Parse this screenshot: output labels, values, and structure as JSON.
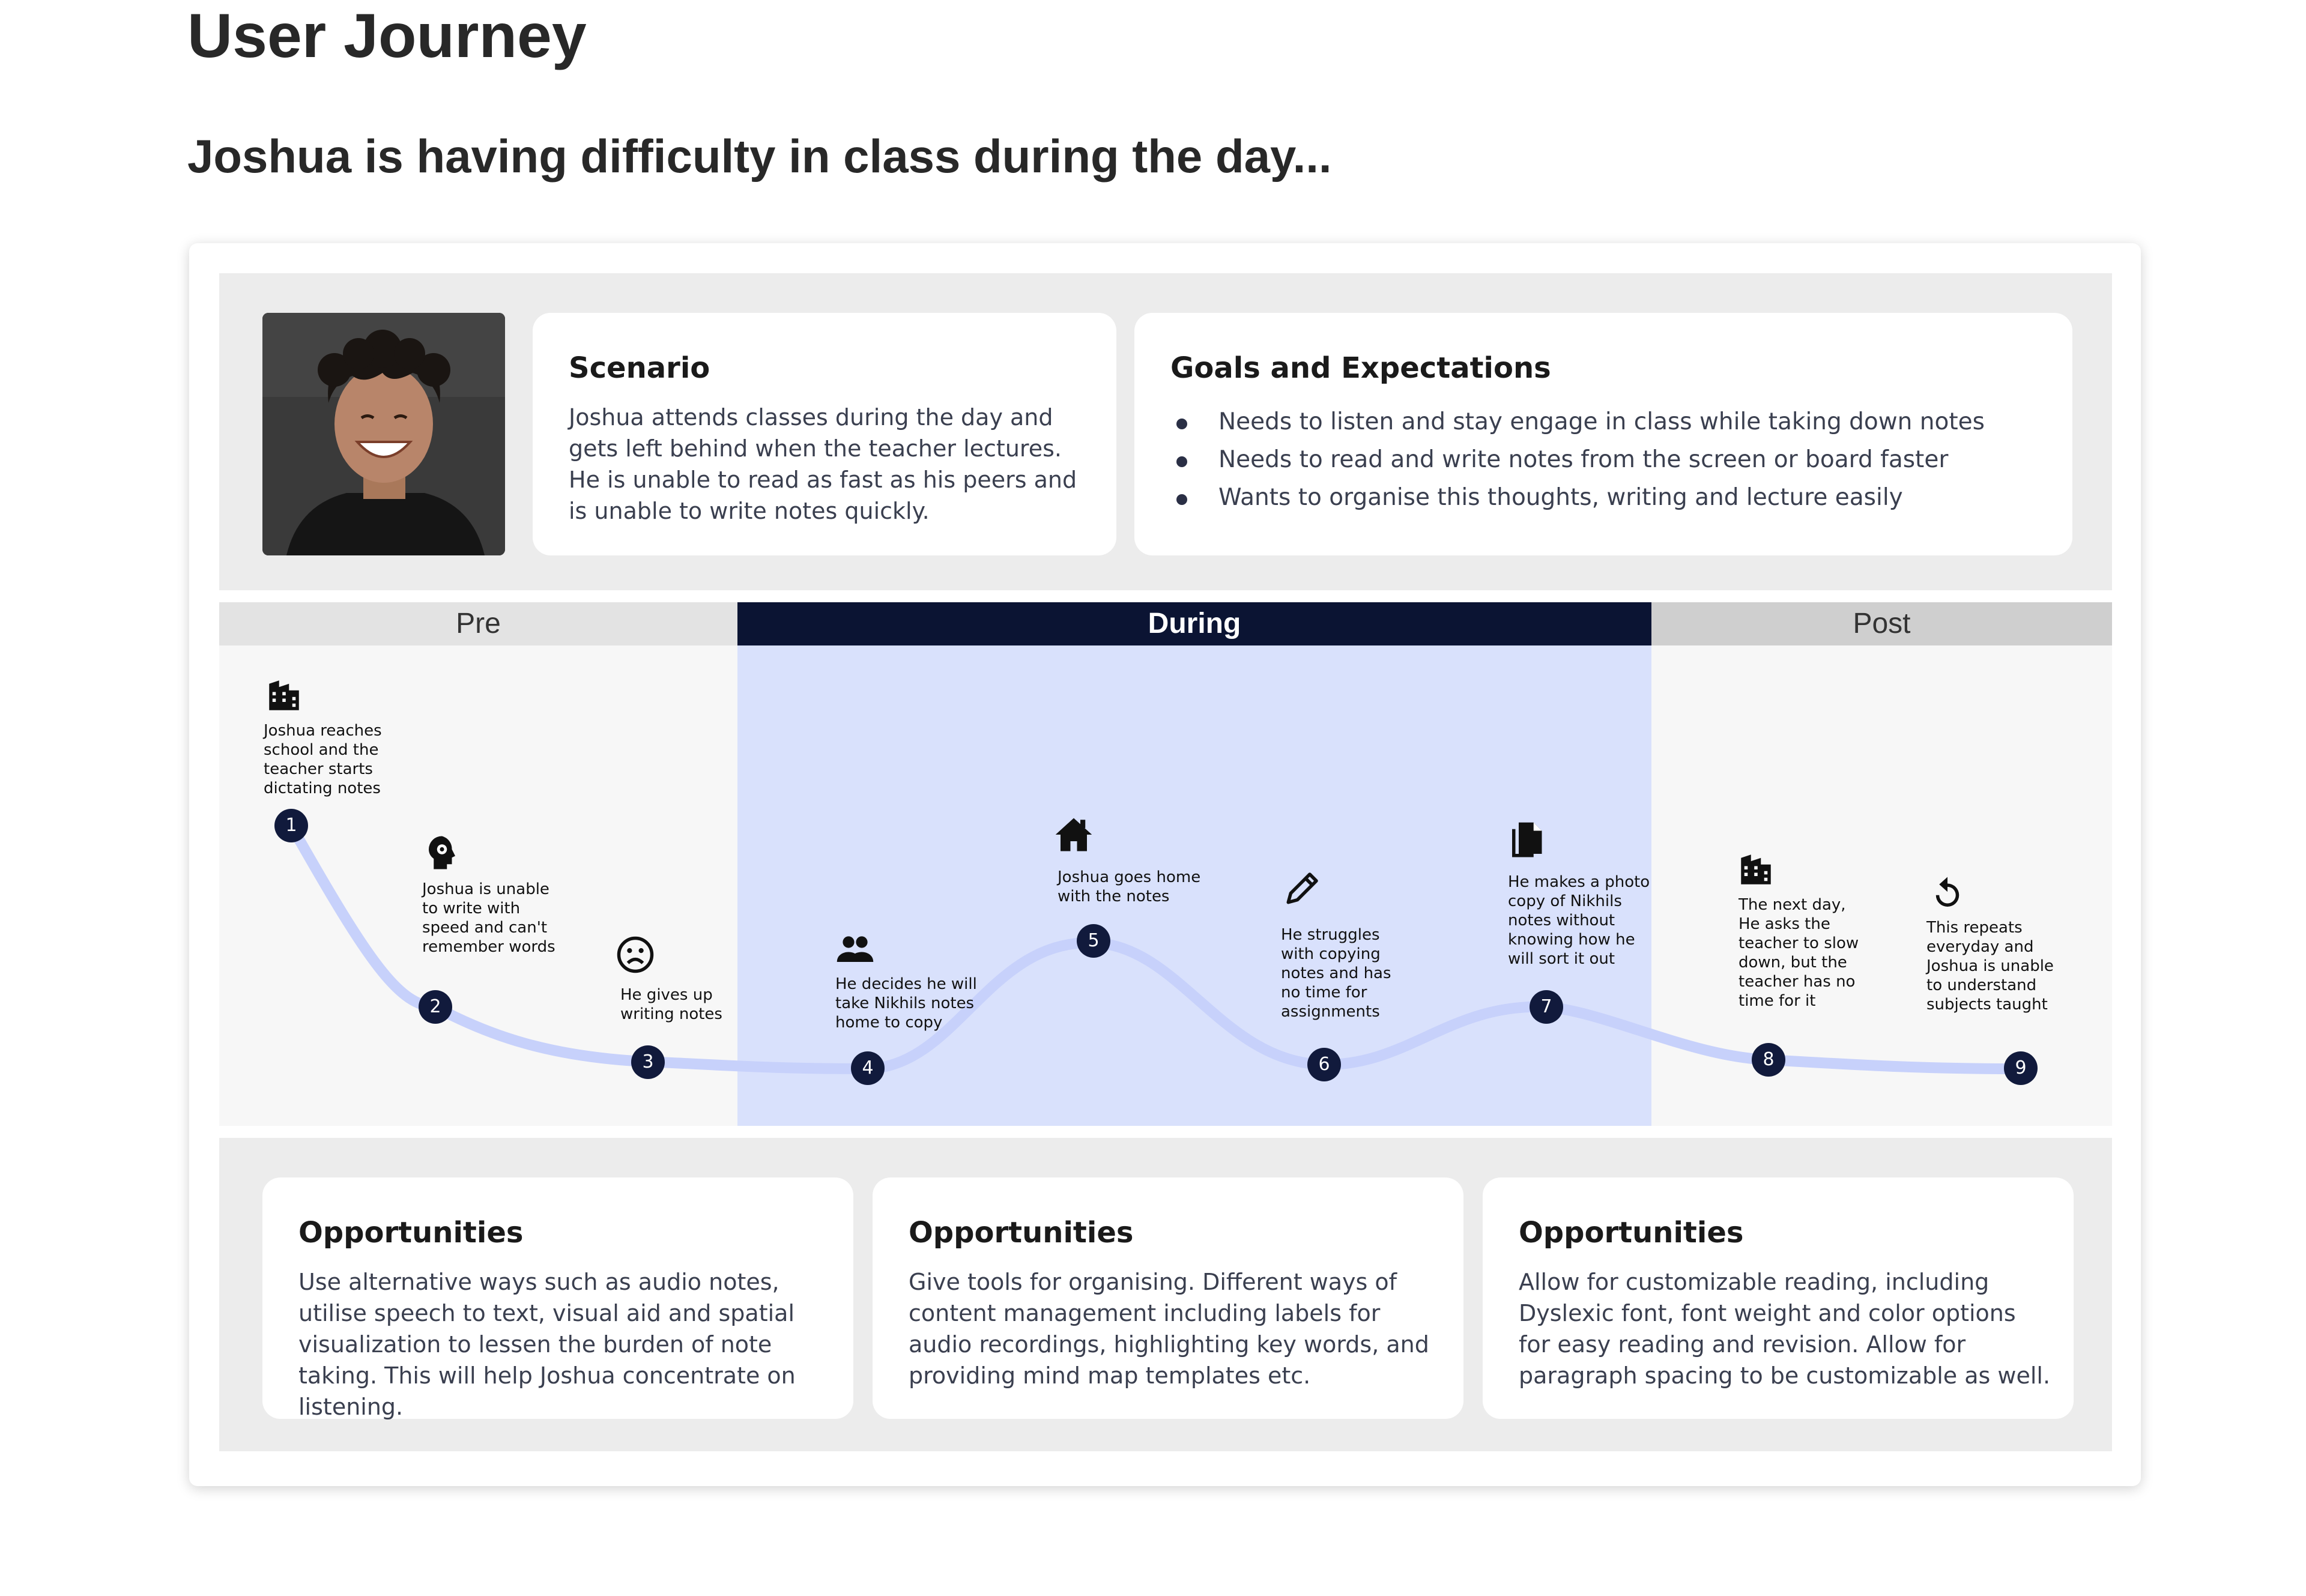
{
  "page": {
    "title": "User Journey",
    "subtitle": "Joshua is having difficulty in class during the day..."
  },
  "persona": {
    "photo_alt": "Joshua",
    "scenario_title": "Scenario",
    "scenario_text": "Joshua attends classes during the day and gets left behind when the teacher lectures. He is unable to read as fast as his peers and is unable to write notes quickly.",
    "goals_title": "Goals and Expectations",
    "goals": [
      "Needs to listen and stay engage in class while taking down notes",
      "Needs to read and write notes from the screen or board faster",
      "Wants to organise this thoughts, writing and lecture easily"
    ]
  },
  "phases": {
    "pre": "Pre",
    "during": "During",
    "post": "Post"
  },
  "steps": [
    {
      "number": "1",
      "icon": "building-icon",
      "text": "Joshua reaches\nschool and the\nteacher starts\ndictating notes"
    },
    {
      "number": "2",
      "icon": "head-gear-icon",
      "text": "Joshua is unable\nto write with\nspeed and can't\nremember words"
    },
    {
      "number": "3",
      "icon": "sad-face-icon",
      "text": "He gives up\nwriting notes"
    },
    {
      "number": "4",
      "icon": "people-icon",
      "text": "He decides he will\ntake Nikhils notes\nhome to copy"
    },
    {
      "number": "5",
      "icon": "home-icon",
      "text": "Joshua goes home\nwith the notes"
    },
    {
      "number": "6",
      "icon": "pencil-icon",
      "text": "He struggles\nwith copying\nnotes and has\nno time for\nassignments"
    },
    {
      "number": "7",
      "icon": "document-copy-icon",
      "text": "He makes a photo\ncopy of Nikhils\nnotes without\nknowing how he\nwill sort it out"
    },
    {
      "number": "8",
      "icon": "building-icon",
      "text": "The next day,\nHe asks the\nteacher to slow\ndown, but the\nteacher has no\ntime for it"
    },
    {
      "number": "9",
      "icon": "repeat-icon",
      "text": "This repeats\neveryday and\nJoshua is unable\nto understand\nsubjects taught"
    }
  ],
  "opportunities": [
    {
      "title": "Opportunities",
      "text": "Use alternative ways such as audio notes, utilise speech to text, visual aid and spatial visualization to lessen the burden of note taking. This will help Joshua concentrate on listening."
    },
    {
      "title": "Opportunities",
      "text": "Give tools for organising. Different ways of content management including labels for audio recordings, highlighting key words, and providing mind map templates etc."
    },
    {
      "title": "Opportunities",
      "text": "Allow for customizable reading, including Dyslexic font, font weight and color options for easy reading and revision. Allow for paragraph spacing to be customizable as well."
    }
  ],
  "colors": {
    "during_header": "#0b1433",
    "during_bg": "#d9e1fc",
    "node": "#111a3c",
    "curve": "#c7d1fb",
    "phase_header_gray": "#cfcfcf"
  }
}
